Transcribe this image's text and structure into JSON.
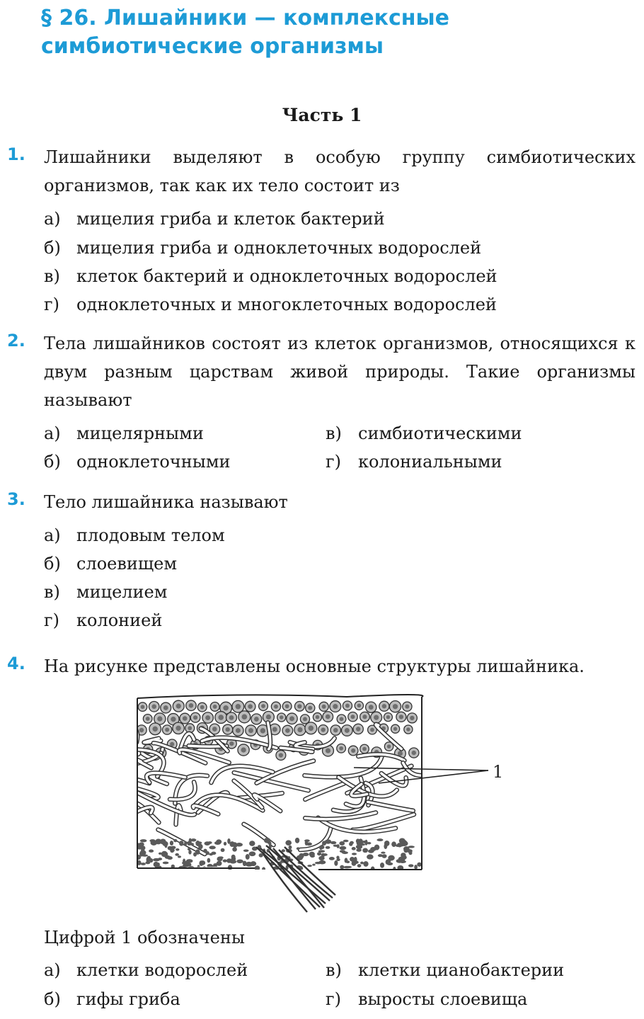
{
  "header": {
    "title_line1": "§ 26. Лишайники — комплексные",
    "title_line2": "симбиотические организмы"
  },
  "part_title": "Часть 1",
  "questions": [
    {
      "number": "1.",
      "text": "Лишайники выделяют в особую группу симбиотических организмов, так как их тело состоит из",
      "options": [
        {
          "letter": "а)",
          "text": "мицелия гриба и клеток бактерий"
        },
        {
          "letter": "б)",
          "text": "мицелия гриба и одноклеточных водорослей"
        },
        {
          "letter": "в)",
          "text": "клеток бактерий и одноклеточных водорослей"
        },
        {
          "letter": "г)",
          "text": "одноклеточных и многоклеточных водорослей"
        }
      ]
    },
    {
      "number": "2.",
      "text": "Тела лишайников состоят из клеток организмов, относящихся к двум разным царствам живой природы. Такие организмы называют",
      "options": [
        {
          "letter": "а)",
          "text": "мицелярными"
        },
        {
          "letter": "б)",
          "text": "одноклеточными"
        },
        {
          "letter": "в)",
          "text": "симбиотическими"
        },
        {
          "letter": "г)",
          "text": "колониальными"
        }
      ]
    },
    {
      "number": "3.",
      "text": "Тело лишайника называют",
      "options": [
        {
          "letter": "а)",
          "text": "плодовым телом"
        },
        {
          "letter": "б)",
          "text": "слоевищем"
        },
        {
          "letter": "в)",
          "text": "мицелием"
        },
        {
          "letter": "г)",
          "text": "колонией"
        }
      ]
    },
    {
      "number": "4.",
      "text": "На рисунке представлены основные структуры лишайника.",
      "figure_label": "1",
      "caption": "Цифрой 1 обозначены",
      "options": [
        {
          "letter": "а)",
          "text": "клетки водорослей"
        },
        {
          "letter": "б)",
          "text": "гифы гриба"
        },
        {
          "letter": "в)",
          "text": "клетки цианобактерии"
        },
        {
          "letter": "г)",
          "text": "выросты слоевища"
        }
      ]
    }
  ],
  "colors": {
    "accent": "#1d9bd6",
    "text": "#1a1a1a"
  }
}
